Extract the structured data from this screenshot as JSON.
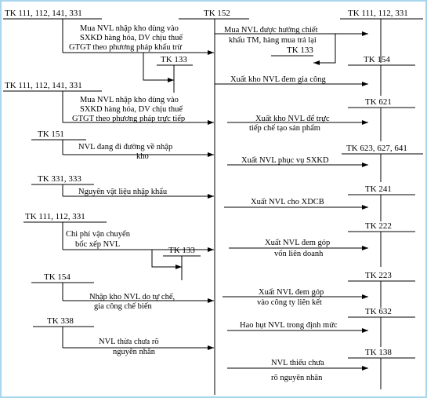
{
  "accounts": {
    "center": "TK 152",
    "l_111_a": "TK 111, 112, 141, 331",
    "l_133_a": "TK 133",
    "l_111_b": "TK 111, 112, 141, 331",
    "l_151": "TK 151",
    "l_331_333": "TK 331, 333",
    "l_111_c": "TK 111, 112, 331",
    "l_133_c": "TK 133",
    "l_154": "TK 154",
    "l_338": "TK 338",
    "r_111": "TK 111, 112, 331",
    "r_133": "TK 133",
    "r_154": "TK 154",
    "r_621": "TK 621",
    "r_623": "TK 623, 627, 641",
    "r_241": "TK 241",
    "r_222": "TK 222",
    "r_223": "TK 223",
    "r_632": "TK 632",
    "r_138": "TK 138"
  },
  "left": {
    "mua_khau_tru": [
      "Mua NVL nhập kho dùng vào",
      "SXKD hàng hóa, DV chịu thuế",
      "GTGT theo phương pháp khấu trừ"
    ],
    "mua_truc_tiep": [
      "Mua NVL nhập kho dùng vào",
      "SXKD hàng hóa, DV chịu thuế",
      "GTGT theo phương pháp trực tiếp"
    ],
    "di_duong": [
      "NVL đang đi đường về nhập",
      "kho"
    ],
    "nhap_khau": [
      "Nguyên vật liệu nhập khẩu"
    ],
    "van_chuyen": [
      "Chi phí vận chuyển",
      "bốc xếp NVL"
    ],
    "tu_che": [
      "Nhập kho NVL do tự chế,",
      "gia công chế biến"
    ],
    "thua": [
      "NVL thừa chưa rõ",
      "nguyên nhân"
    ]
  },
  "right": {
    "chiet_khau": [
      "Mua NVL được hưởng chiết",
      "khấu TM, hàng mua trả lại"
    ],
    "gia_cong": [
      "Xuất kho NVL đem gia công"
    ],
    "truc_tiep": [
      "Xuất kho NVL để trực",
      "tiếp chế tạo sản phẩm"
    ],
    "sxkd": [
      "Xuất NVL phục vụ SXKD"
    ],
    "xdcb": [
      "Xuất NVL cho XDCB"
    ],
    "lien_doanh": [
      "Xuất NVL đem góp",
      "vốn liên doanh"
    ],
    "lien_ket": [
      "Xuất NVL đem góp",
      "vào công ty liên kết"
    ],
    "hao_hut": [
      "Hao hụt NVL trong định mức"
    ],
    "thieu": [
      "NVL thiếu chưa",
      "rõ nguyên nhân"
    ]
  }
}
